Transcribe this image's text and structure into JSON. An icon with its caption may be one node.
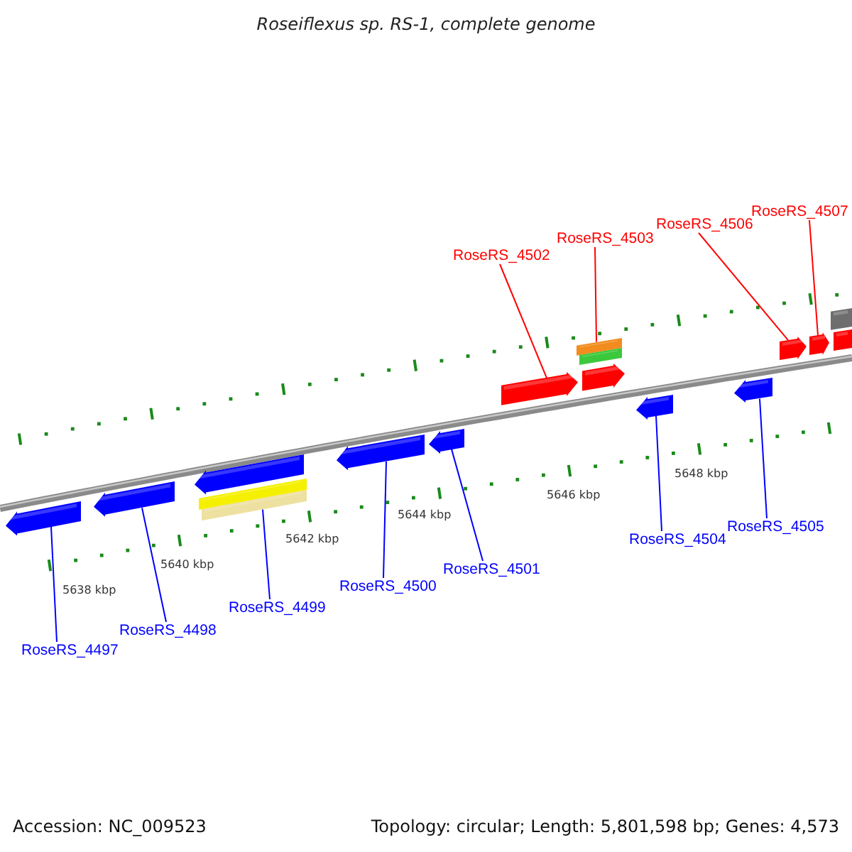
{
  "diagram": {
    "title": "Roseiflexus sp. RS-1, complete genome",
    "nodes": [
      {
        "text": [
          "RoseRS_4502"
        ]
      },
      {
        "text": [
          "RoseRS_4503"
        ]
      },
      {
        "text": [
          "RoseRS_4506"
        ]
      },
      {
        "text": [
          "RoseRS_4507"
        ]
      },
      {
        "text": [],
        "shape": "box"
      },
      {
        "text": [],
        "shape": "bar"
      },
      {
        "text": [],
        "shape": "bar"
      },
      {
        "text": [],
        "shape": "arrow"
      },
      {
        "text": [],
        "shape": "arrow"
      },
      {
        "text": [],
        "shape": "box"
      },
      {
        "text": [],
        "shape": "arrow"
      },
      {
        "text": [],
        "shape": "arrow"
      },
      {
        "text": [],
        "shape": "arrow"
      },
      {
        "text": [],
        "shape": "arrow"
      },
      {
        "text": [],
        "shape": "arrow"
      },
      {
        "text": [],
        "shape": "arrow"
      },
      {
        "text": [],
        "shape": "arrow"
      },
      {
        "text": [],
        "shape": "arrow"
      },
      {
        "text": [],
        "shape": "arrow"
      },
      {
        "text": [],
        "shape": "bar"
      },
      {
        "text": [],
        "shape": "bar"
      },
      {
        "text": [
          "RoseRS_4497"
        ]
      },
      {
        "text": [
          "RoseRS_4498"
        ]
      },
      {
        "text": [
          "RoseRS_4499"
        ]
      },
      {
        "text": [
          "RoseRS_4500"
        ]
      },
      {
        "text": [
          "RoseRS_4501"
        ]
      },
      {
        "text": [
          "RoseRS_4504"
        ]
      },
      {
        "text": [
          "RoseRS_4505"
        ]
      }
    ],
    "edges": [
      {
        "from": 0,
        "to": 10,
        "arrow": "none",
        "color": "#ff0000"
      },
      {
        "from": 1,
        "to": 5,
        "arrow": "none",
        "color": "#ff0000"
      },
      {
        "from": 2,
        "to": 7,
        "arrow": "none",
        "color": "#ff0000"
      },
      {
        "from": 3,
        "to": 8,
        "arrow": "none",
        "color": "#ff0000"
      },
      {
        "from": 21,
        "to": 14,
        "arrow": "none"
      },
      {
        "from": 22,
        "to": 15,
        "arrow": "none"
      },
      {
        "from": 23,
        "to": 20,
        "arrow": "none"
      },
      {
        "from": 24,
        "to": 17,
        "arrow": "none"
      },
      {
        "from": 25,
        "to": 18,
        "arrow": "none"
      },
      {
        "from": 26,
        "to": 12,
        "arrow": "none"
      },
      {
        "from": 27,
        "to": 13,
        "arrow": "none"
      }
    ],
    "labels": [
      "5638 kbp",
      "5640 kbp",
      "5642 kbp",
      "5644 kbp",
      "5646 kbp",
      "5648 kbp",
      "Accession: NC_009523",
      "Topology: circular; Length: 5,801,598 bp; Genes: 4,573"
    ]
  }
}
